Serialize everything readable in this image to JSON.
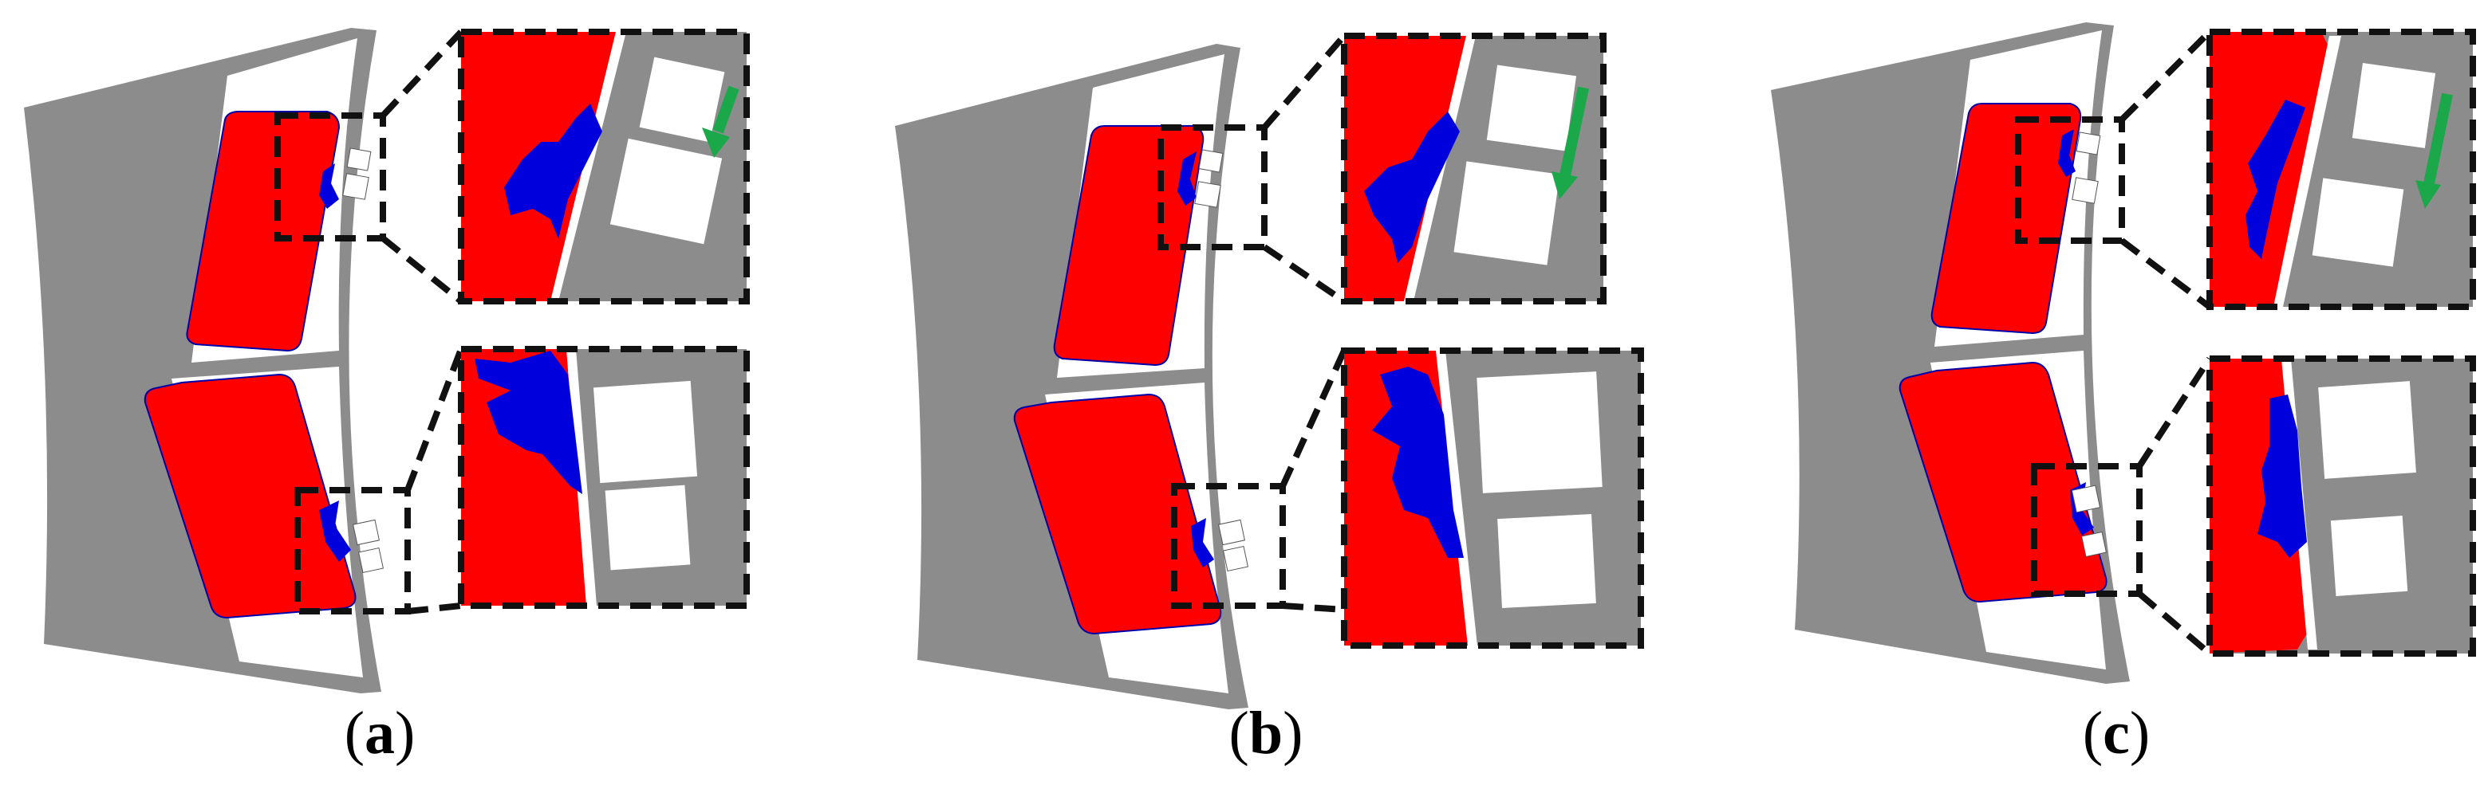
{
  "figure": {
    "panels": [
      {
        "id": "a",
        "label_open": "(",
        "label_letter": "a",
        "label_close": ")",
        "has_arrow_upper": true
      },
      {
        "id": "b",
        "label_open": "(",
        "label_letter": "b",
        "label_close": ")",
        "has_arrow_upper": true
      },
      {
        "id": "c",
        "label_open": "(",
        "label_letter": "c",
        "label_close": ")",
        "has_arrow_upper": true
      }
    ],
    "colors": {
      "background": "#ffffff",
      "core": "#8c8c8c",
      "region_primary": "#ff0000",
      "region_secondary": "#0000dc",
      "opening": "#ffffff",
      "callout_border": "#111111",
      "arrow": "#1aa84a"
    }
  }
}
